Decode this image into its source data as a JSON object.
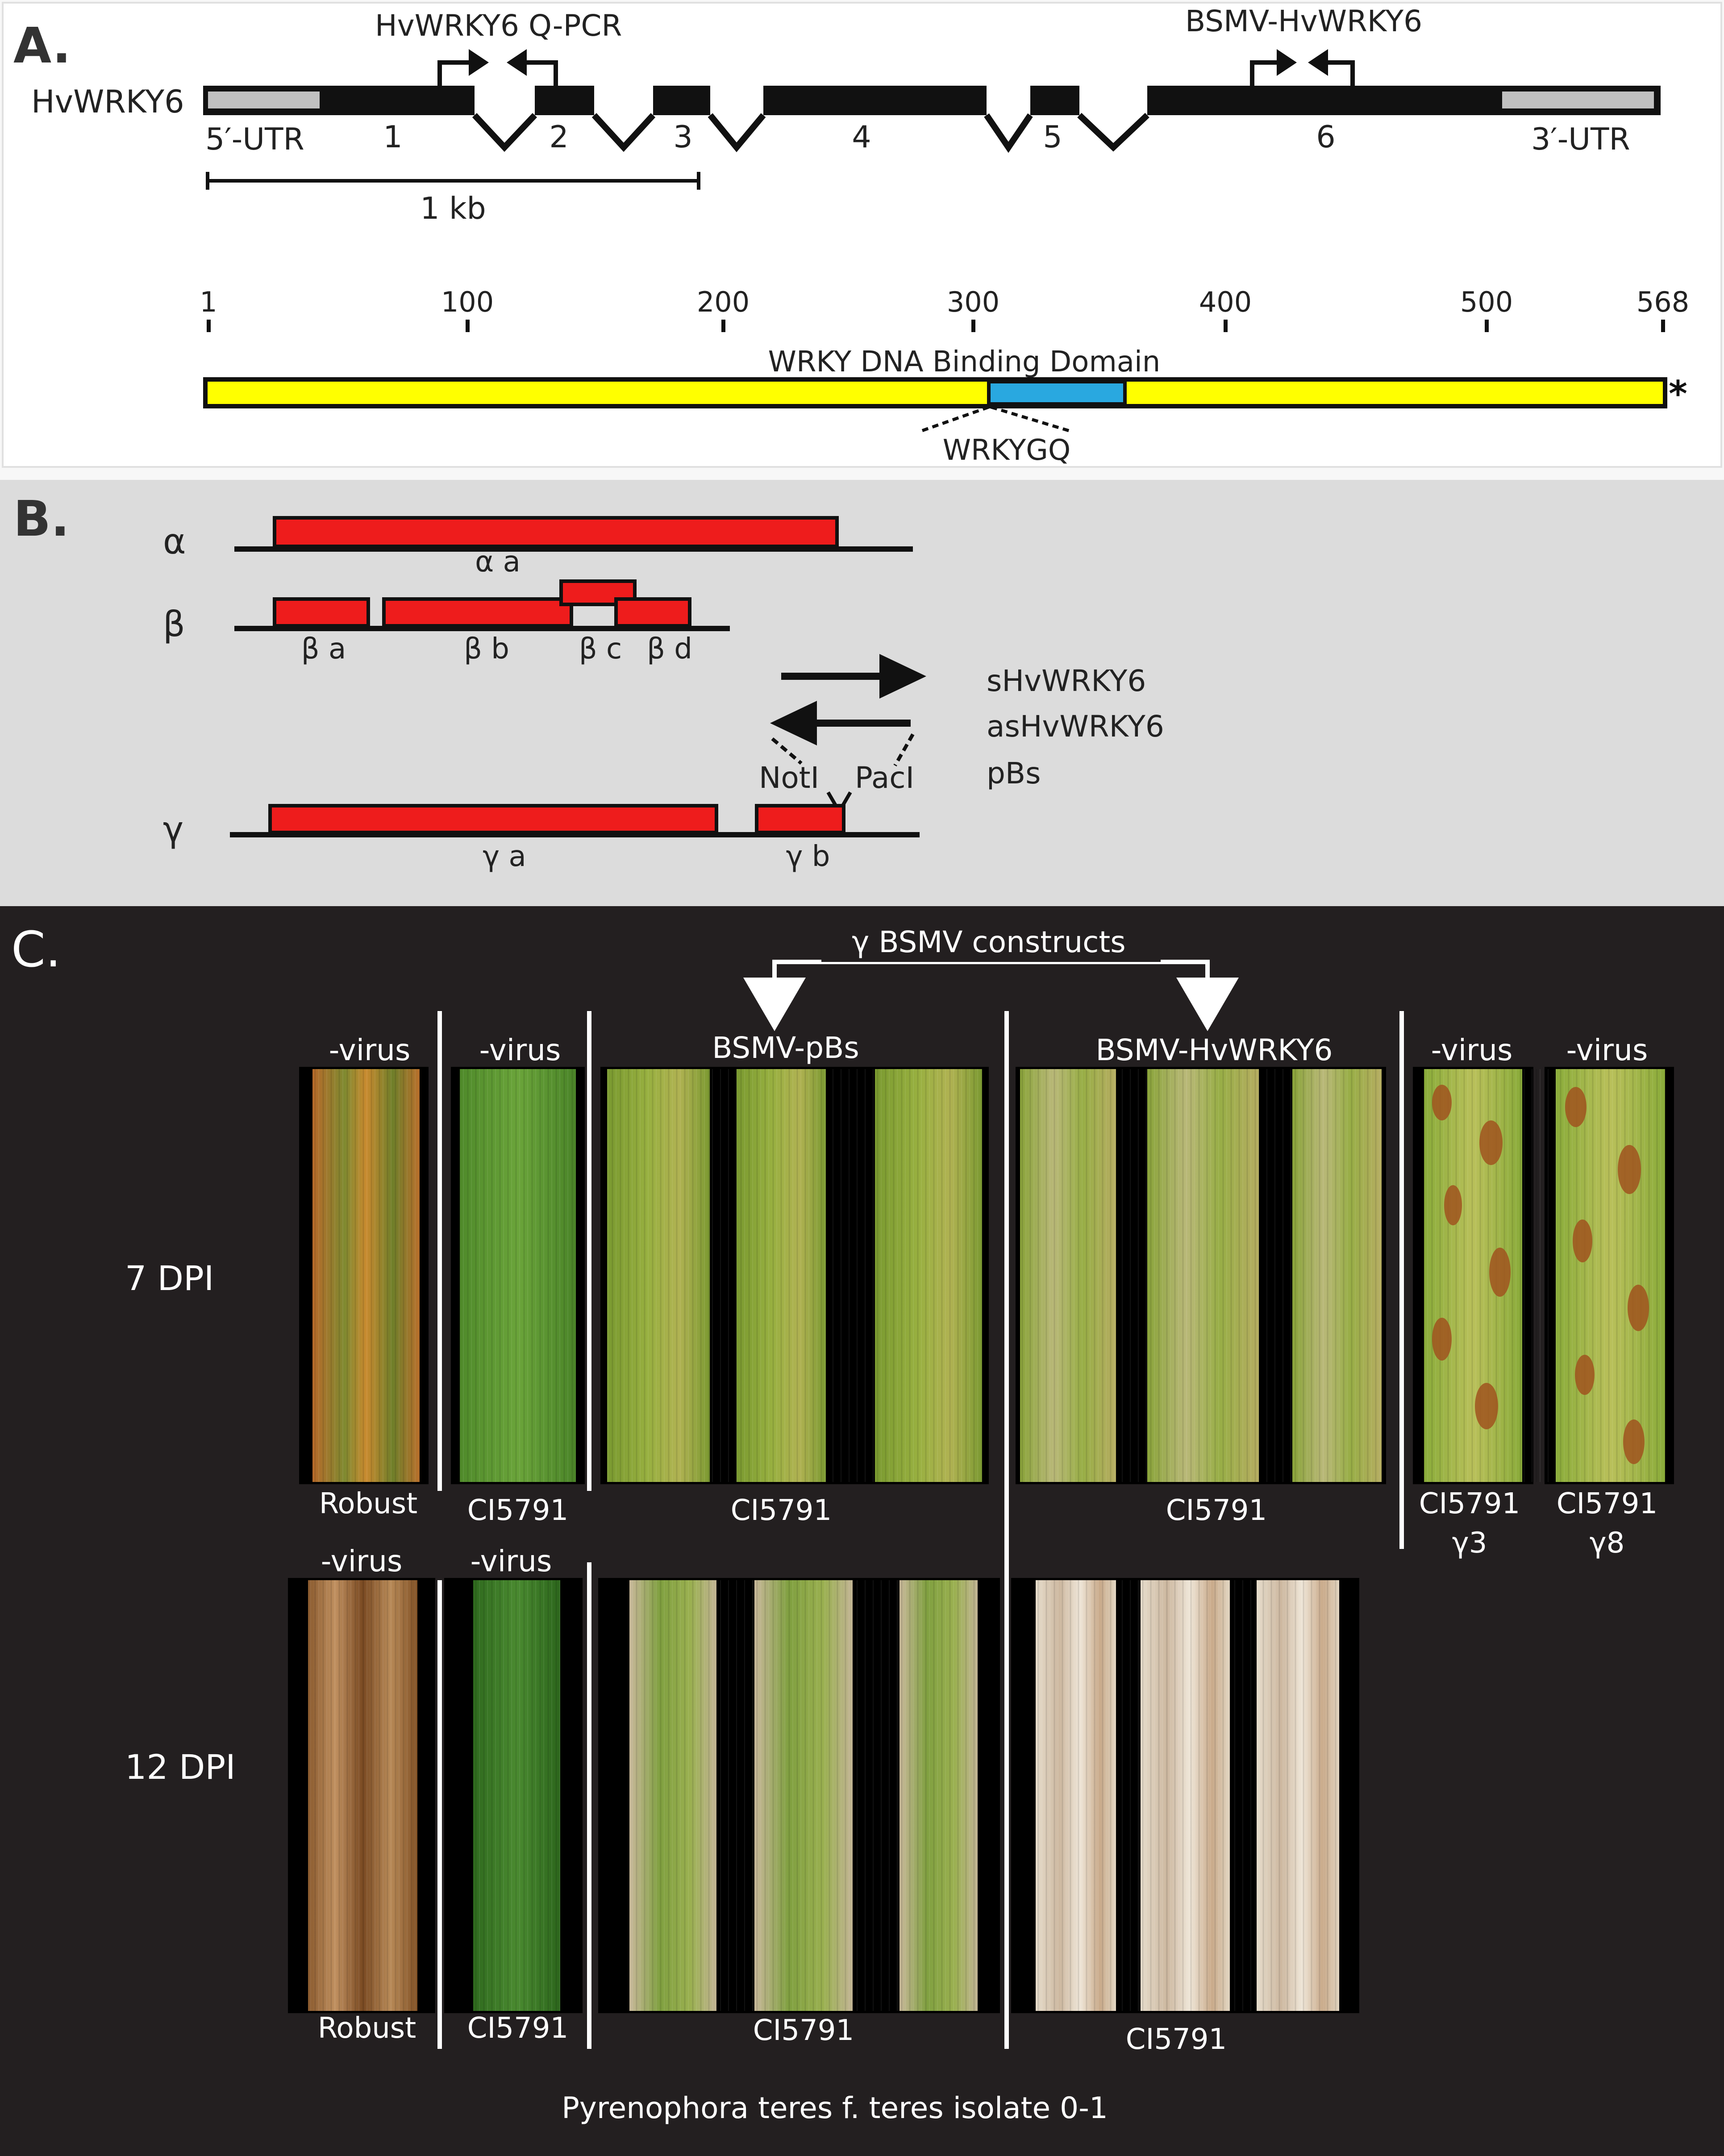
{
  "panel_a": {
    "label": "A.",
    "gene_name": "HvWRKY6",
    "primer_qpcr": "HvWRKY6 Q-PCR",
    "primer_bsmv": "BSMV-HvWRKY6",
    "utr5": "5′-UTR",
    "utr3": "3′-UTR",
    "exons": [
      "1",
      "2",
      "3",
      "4",
      "5",
      "6"
    ],
    "scale_bar": "1 kb",
    "protein_ticks": [
      "1",
      "100",
      "200",
      "300",
      "400",
      "500",
      "568"
    ],
    "domain_label": "WRKY DNA Binding Domain",
    "motif_label": "WRKYGQ",
    "stop_symbol": "*",
    "colors": {
      "utr": "#c0c0c0",
      "protein": "#ffff00",
      "domain": "#29a8e0"
    }
  },
  "panel_b": {
    "label": "B.",
    "rna_alpha": "α",
    "rna_beta": "β",
    "rna_gamma": "γ",
    "orf_labels": {
      "aa": "α a",
      "ba": "β a",
      "bb": "β b",
      "bc": "β c",
      "bd": "β d",
      "ga": "γ a",
      "gb": "γ b"
    },
    "sites": {
      "notl": "NotI",
      "pacl": "PacI"
    },
    "constructs": [
      "sHvWRKY6",
      "asHvWRKY6",
      "pBs"
    ],
    "colors": {
      "orf": "#ee1c1c",
      "background": "#dcdcdc"
    }
  },
  "panel_c": {
    "label": "C.",
    "bracket_title": "γ  BSMV constructs",
    "rows": [
      "7 DPI",
      "12 DPI"
    ],
    "col_headers_7": [
      "-virus",
      "-virus",
      "BSMV-pBs",
      "BSMV-HvWRKY6",
      "-virus",
      "-virus"
    ],
    "col_footers_7": [
      "Robust",
      "CI5791",
      "CI5791",
      "CI5791",
      "CI5791",
      "CI5791"
    ],
    "col_footers_7_sub": [
      "γ3",
      "γ8"
    ],
    "col_headers_12": [
      "-virus",
      "-virus"
    ],
    "col_footers_12": [
      "Robust",
      "CI5791",
      "CI5791",
      "CI5791"
    ],
    "caption": "Pyrenophora teres f. teres isolate 0-1",
    "colors": {
      "background": "#231f20",
      "text": "#ffffff"
    }
  }
}
